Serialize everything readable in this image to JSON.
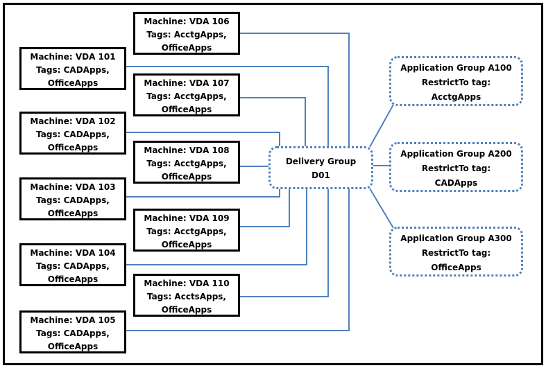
{
  "colors": {
    "connector_blue": "#4F81BD",
    "box_border_black": "#000000",
    "background": "#FFFFFF"
  },
  "machines": [
    {
      "line1": "Machine: VDA 101",
      "line2": "Tags: CADApps,",
      "line3": "OfficeApps"
    },
    {
      "line1": "Machine: VDA 102",
      "line2": "Tags: CADApps,",
      "line3": "OfficeApps"
    },
    {
      "line1": "Machine: VDA 103",
      "line2": "Tags: CADApps,",
      "line3": "OfficeApps"
    },
    {
      "line1": "Machine: VDA 104",
      "line2": "Tags: CADApps,",
      "line3": "OfficeApps"
    },
    {
      "line1": "Machine: VDA 105",
      "line2": "Tags: CADApps,",
      "line3": "OfficeApps"
    },
    {
      "line1": "Machine: VDA 106",
      "line2": "Tags: AcctgApps,",
      "line3": "OfficeApps"
    },
    {
      "line1": "Machine: VDA 107",
      "line2": "Tags: AcctgApps,",
      "line3": "OfficeApps"
    },
    {
      "line1": "Machine: VDA 108",
      "line2": "Tags: AcctgApps,",
      "line3": "OfficeApps"
    },
    {
      "line1": "Machine: VDA 109",
      "line2": "Tags: AcctgApps,",
      "line3": "OfficeApps"
    },
    {
      "line1": "Machine: VDA 110",
      "line2": "Tags: AcctsApps,",
      "line3": "OfficeApps"
    }
  ],
  "delivery_group": {
    "line1": "Delivery Group",
    "line2": "D01"
  },
  "application_groups": [
    {
      "line1": "Application Group A100",
      "line2": "RestrictTo tag:",
      "line3": "AcctgApps"
    },
    {
      "line1": "Application Group A200",
      "line2": "RestrictTo tag:",
      "line3": "CADApps"
    },
    {
      "line1": "Application Group A300",
      "line2": "RestrictTo tag:",
      "line3": "OfficeApps"
    }
  ]
}
